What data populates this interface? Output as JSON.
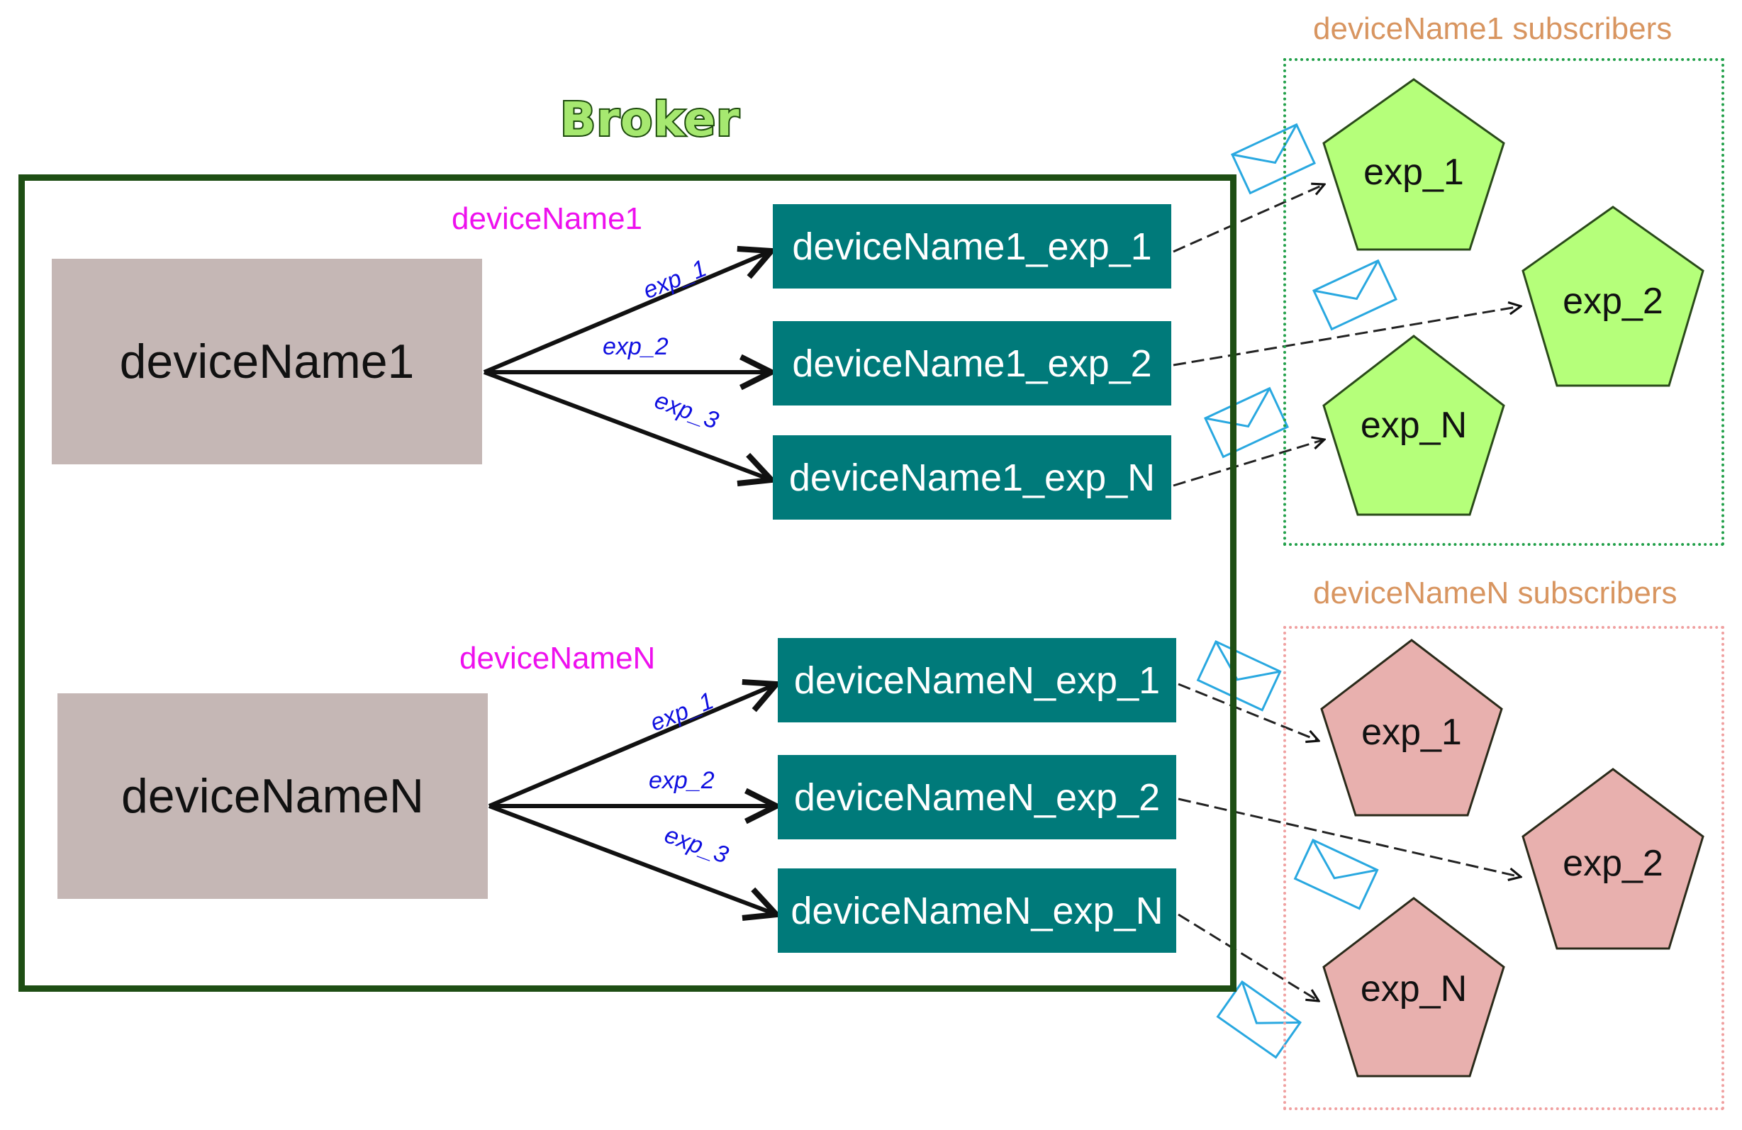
{
  "broker": {
    "title": "Broker"
  },
  "groups": [
    {
      "device": "deviceName1",
      "device_label": "deviceName1",
      "arrow_labels": [
        "exp_1",
        "exp_2",
        "exp_3"
      ],
      "queues": [
        "deviceName1_exp_1",
        "deviceName1_exp_2",
        "deviceName1_exp_N"
      ],
      "subscribers_title": "deviceName1 subscribers",
      "subscribers": [
        "exp_1",
        "exp_2",
        "exp_N"
      ]
    },
    {
      "device": "deviceNameN",
      "device_label": "deviceNameN",
      "arrow_labels": [
        "exp_1",
        "exp_2",
        "exp_3"
      ],
      "queues": [
        "deviceNameN_exp_1",
        "deviceNameN_exp_2",
        "deviceNameN_exp_N"
      ],
      "subscribers_title": "deviceNameN subscribers",
      "subscribers": [
        "exp_1",
        "exp_2",
        "exp_N"
      ]
    }
  ],
  "colors": {
    "broker_border": "#1e4e14",
    "device_box": "#c5b7b5",
    "queue": "#007a7a",
    "subscriber_group1": "#b5ff7a",
    "subscriber_groupN": "#e8b0ae",
    "envelope": "#29a8e0",
    "arrow_label": "#1010e0",
    "device_label": "#ee10ee"
  },
  "icons": {
    "message": "envelope-icon"
  }
}
